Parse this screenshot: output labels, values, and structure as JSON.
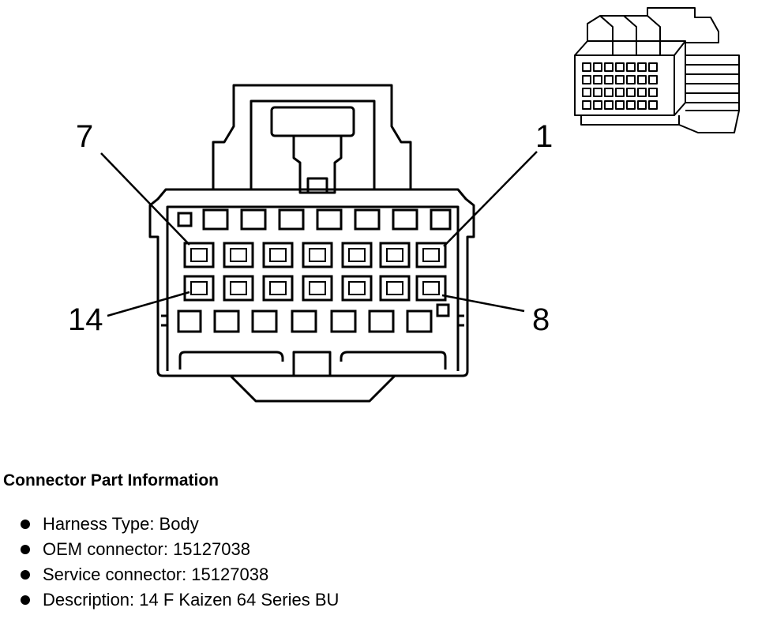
{
  "connector_view": {
    "pin_labels": {
      "top_left": "7",
      "top_right": "1",
      "bottom_left": "14",
      "bottom_right": "8"
    }
  },
  "part_info": {
    "title": "Connector Part Information",
    "items": [
      "Harness Type: Body",
      "OEM connector: 15127038",
      "Service connector: 15127038",
      "Description: 14 F Kaizen 64 Series BU"
    ]
  }
}
